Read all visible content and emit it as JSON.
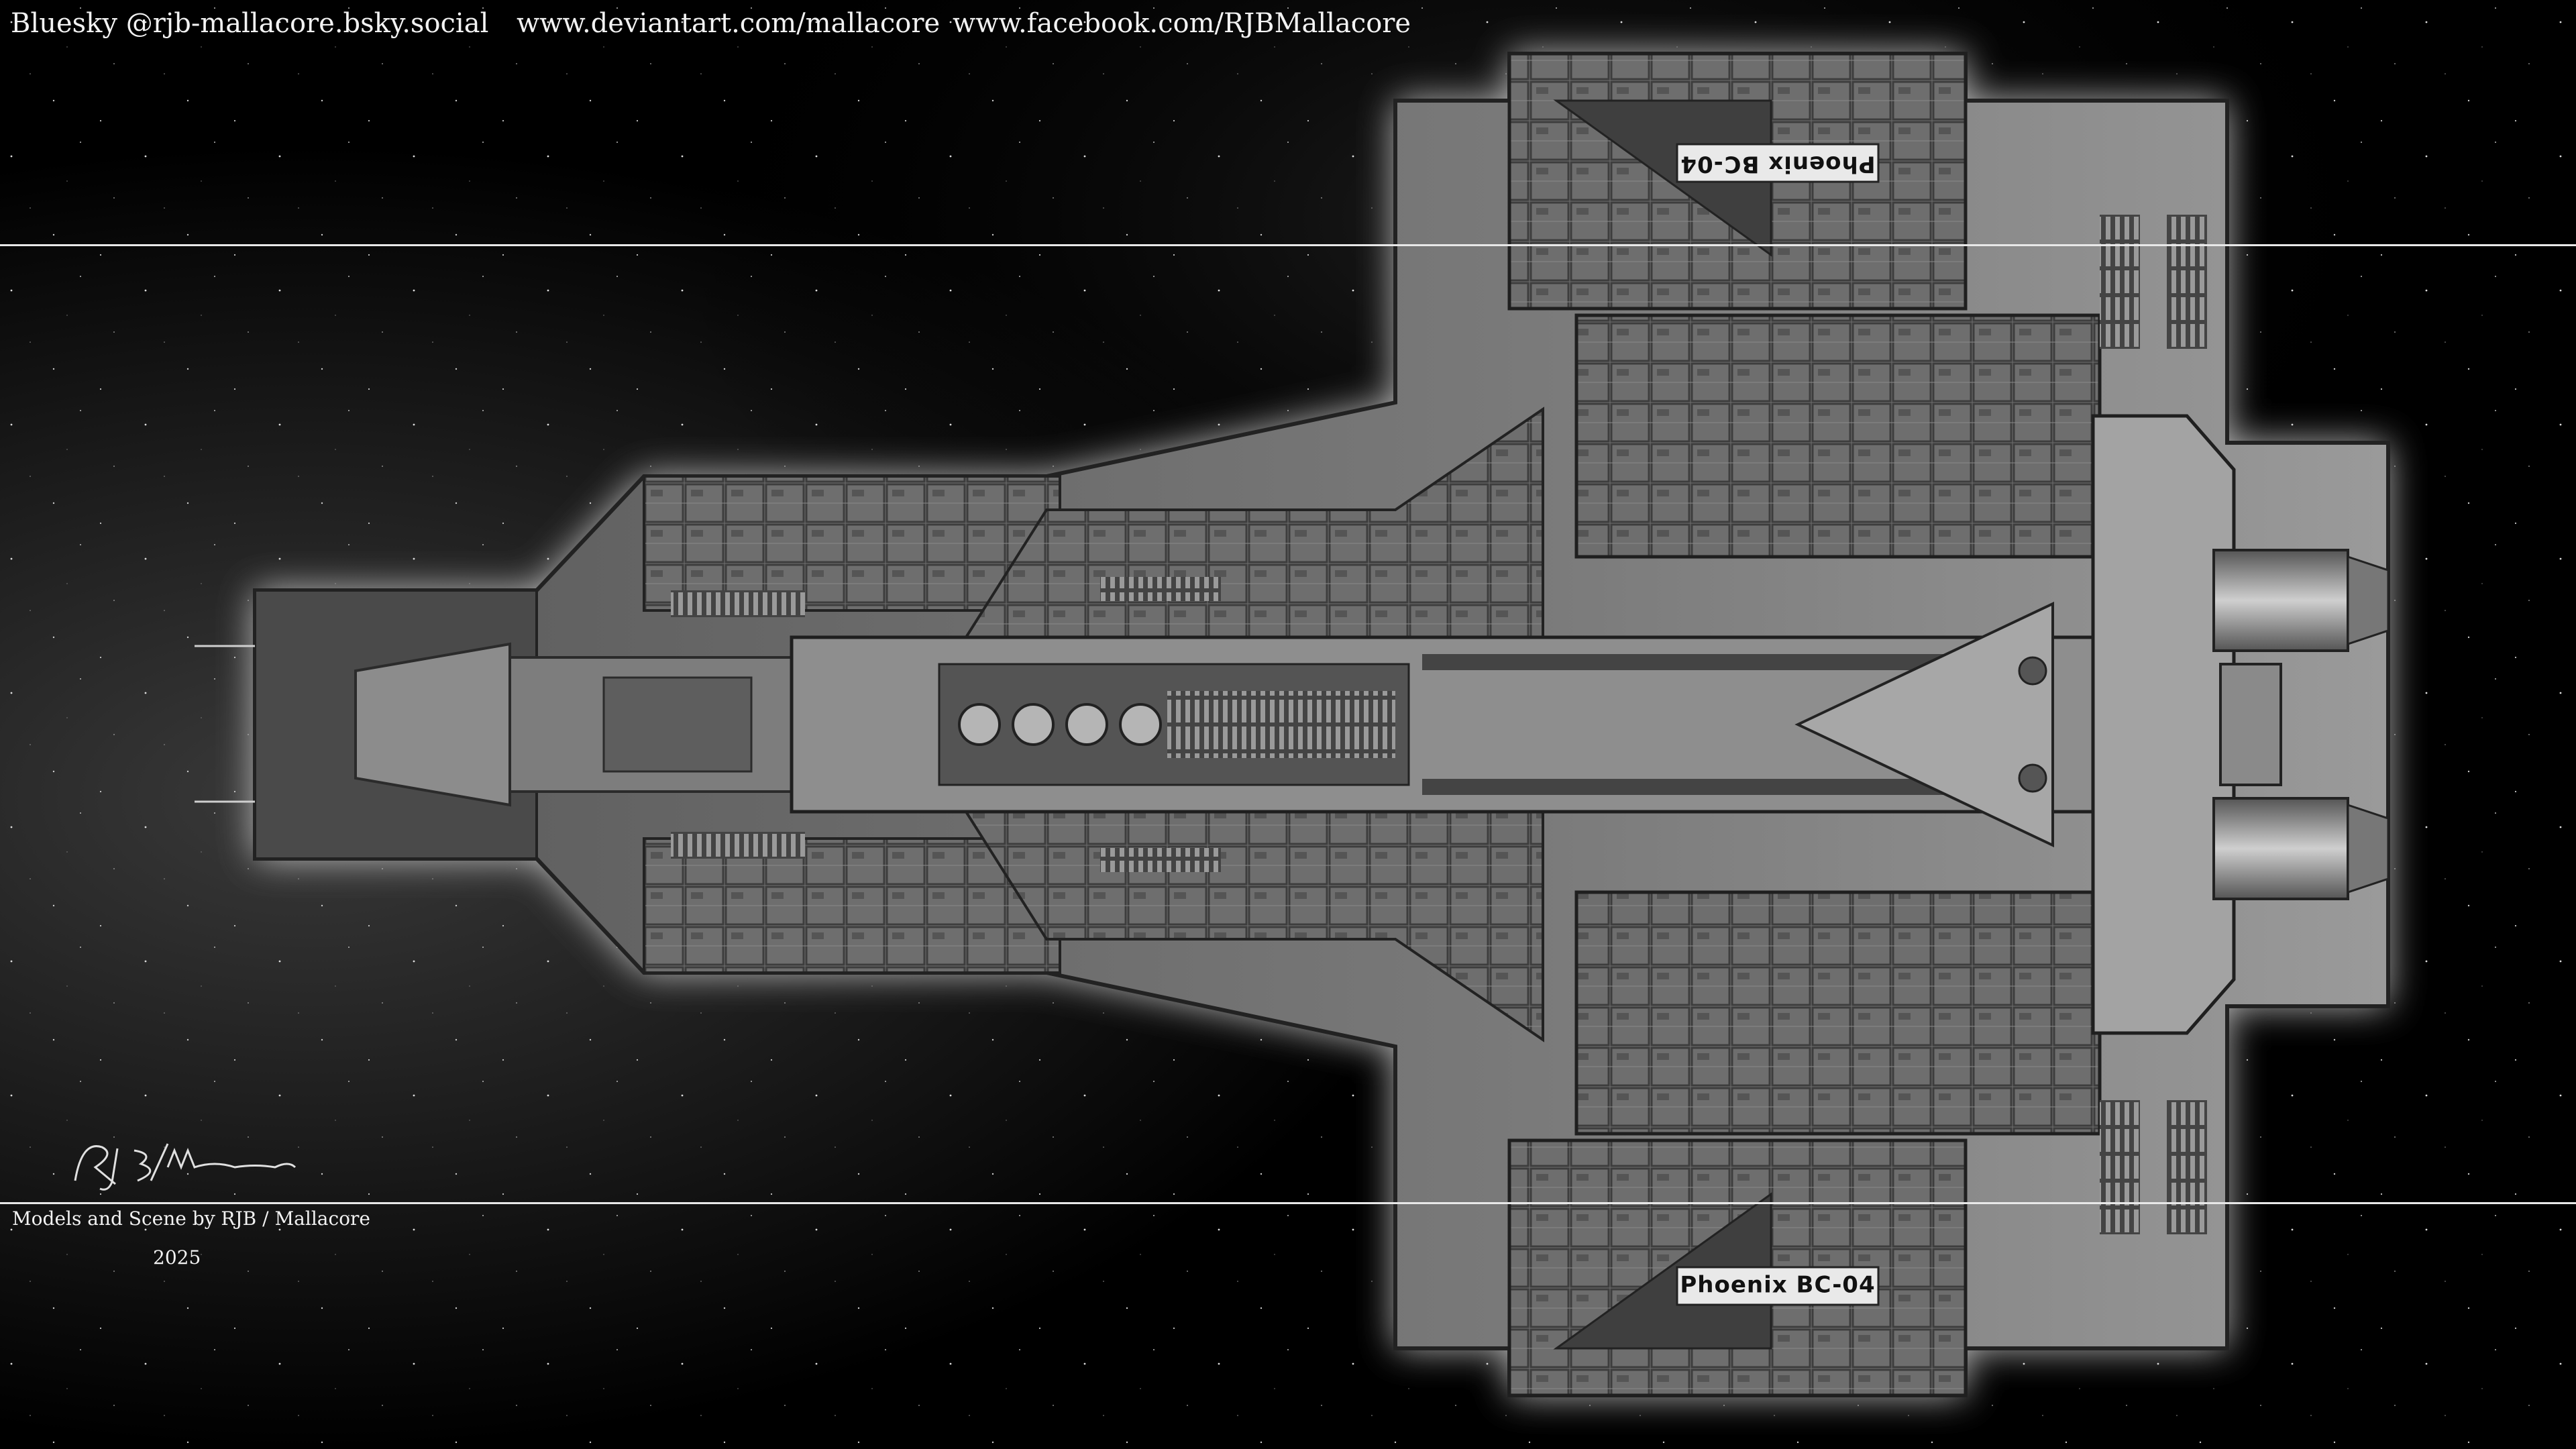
{
  "header": {
    "bluesky": "Bluesky @rjb-mallacore.bsky.social",
    "deviantart": "www.deviantart.com/mallacore",
    "facebook": "www.facebook.com/RJBMallacore"
  },
  "footer": {
    "credit": "Models and Scene by RJB / Mallacore",
    "year": "2025",
    "signature": "RJB/Mallacore"
  },
  "ship": {
    "top_label": "Phoenix BC-04",
    "bottom_label": "Phoenix BC-04"
  },
  "colors": {
    "background": "#000000",
    "hull": "#6d6d6d",
    "hull_dark": "#3a3a3a",
    "hull_light": "#b8b8b8",
    "guide_lines": "#e8e8e8"
  }
}
